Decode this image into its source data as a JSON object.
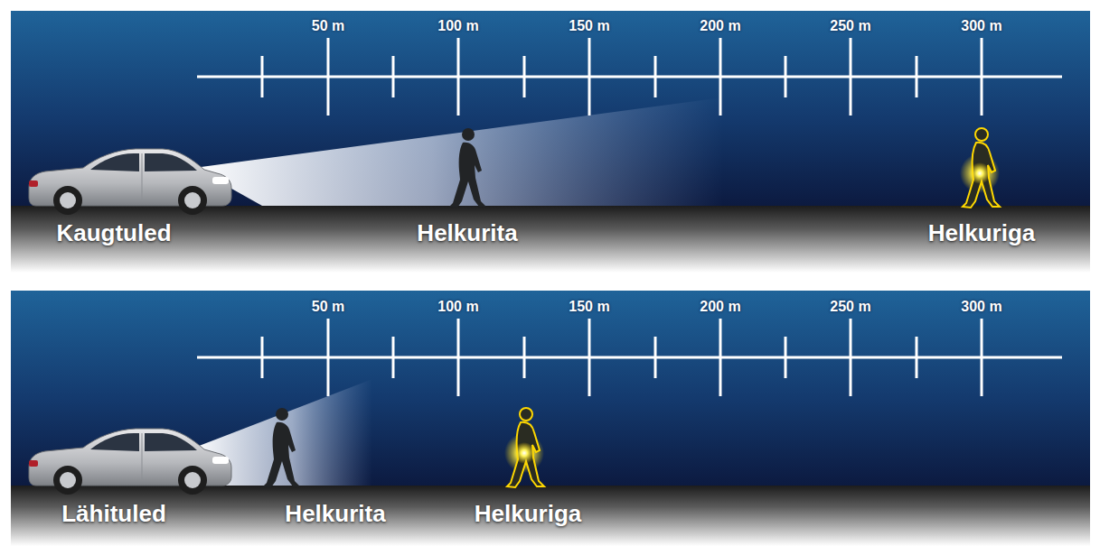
{
  "diagram": {
    "labels": [
      "50 m",
      "100 m",
      "150 m",
      "200 m",
      "250 m",
      "300 m",
      "Kaugtuled",
      "Helkurita",
      "Helkuriga",
      "50 m",
      "100 m",
      "150 m",
      "200 m",
      "250 m",
      "300 m",
      "Lähituled",
      "Helkurita",
      "Helkuriga"
    ]
  }
}
